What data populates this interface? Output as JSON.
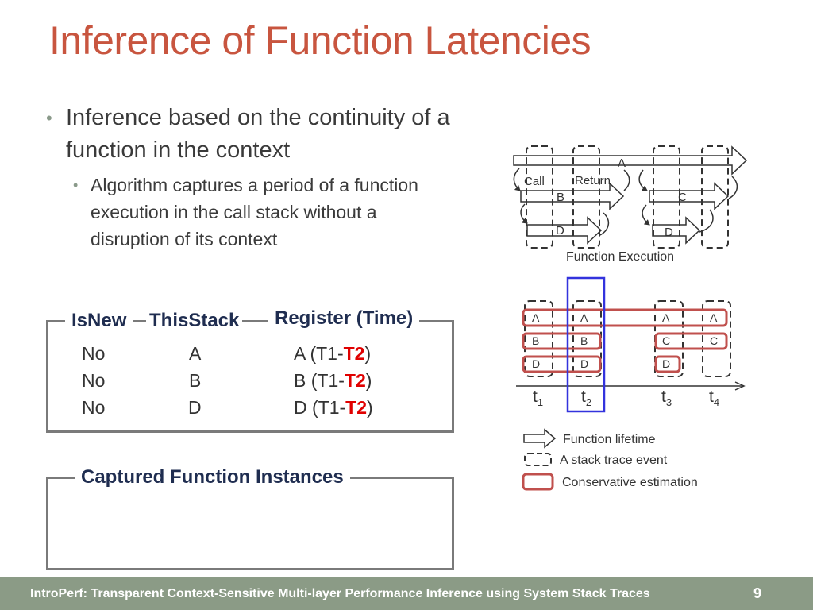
{
  "title": "Inference of Function Latencies",
  "bullets": {
    "main": "Inference based on the continuity of a function in the context",
    "sub": "Algorithm captures a period of a function execution in the call stack without a disruption of its context"
  },
  "register_table": {
    "headers": [
      "IsNew",
      "ThisStack",
      "Register (Time)"
    ],
    "rows": [
      {
        "is_new": "No",
        "this_stack": "A",
        "reg_prefix": "A (T1-",
        "reg_emph": "T2",
        "reg_suffix": ")"
      },
      {
        "is_new": "No",
        "this_stack": "B",
        "reg_prefix": "B (T1-",
        "reg_emph": "T2",
        "reg_suffix": ")"
      },
      {
        "is_new": "No",
        "this_stack": "D",
        "reg_prefix": "D (T1-",
        "reg_emph": "T2",
        "reg_suffix": ")"
      }
    ]
  },
  "captured": {
    "title": "Captured Function Instances"
  },
  "diagram": {
    "execution": {
      "caption": "Function Execution",
      "labels": {
        "a": "A",
        "b": "B",
        "c": "C",
        "d1": "D",
        "d2": "D",
        "call": "Call",
        "return": "Return"
      }
    },
    "timeline": {
      "t1": {
        "base": "t",
        "sub": "1"
      },
      "t2": {
        "base": "t",
        "sub": "2"
      },
      "t3": {
        "base": "t",
        "sub": "3"
      },
      "t4": {
        "base": "t",
        "sub": "4"
      },
      "stacks": {
        "s1": [
          "A",
          "B",
          "D"
        ],
        "s2": [
          "A",
          "B",
          "D"
        ],
        "s3": [
          "A",
          "C",
          "D"
        ],
        "s4": [
          "A",
          "C"
        ]
      }
    },
    "legend": {
      "lifetime": "Function lifetime",
      "trace_event": "A stack trace event",
      "estimation": "Conservative estimation"
    },
    "colors": {
      "estimation": "#C0504D",
      "highlight": "#3333dd",
      "title": "#C8553F"
    }
  },
  "footer": {
    "text": "IntroPerf: Transparent Context-Sensitive Multi-layer Performance Inference using System Stack Traces",
    "page": "9"
  }
}
